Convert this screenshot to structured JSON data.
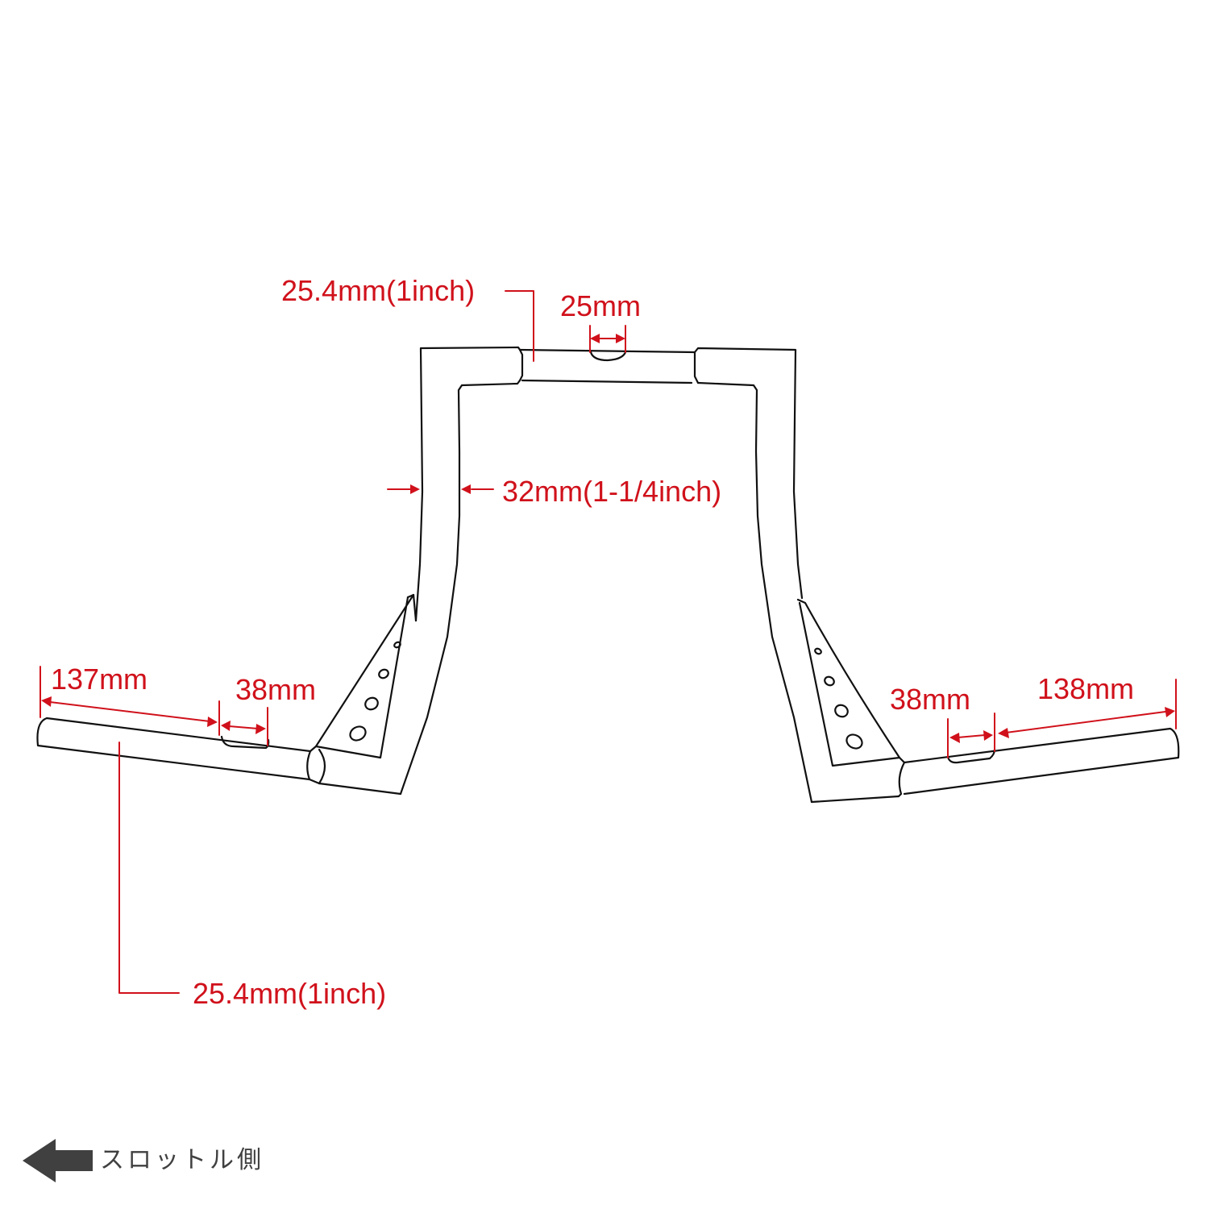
{
  "colors": {
    "dimension": "#d0111b",
    "outline": "#111111",
    "legend_arrow": "#404040",
    "background": "#ffffff"
  },
  "dimensions": {
    "top_clamp_diameter": "25.4mm(1inch)",
    "center_knurl_width": "25mm",
    "riser_tube_diameter": "32mm(1-1/4inch)",
    "left_grip_length": "137mm",
    "left_slot_width": "38mm",
    "right_slot_width": "38mm",
    "right_grip_length": "138mm",
    "grip_diameter": "25.4mm(1inch)"
  },
  "legend": {
    "icon": "arrow-left-icon",
    "label": "スロットル側"
  }
}
